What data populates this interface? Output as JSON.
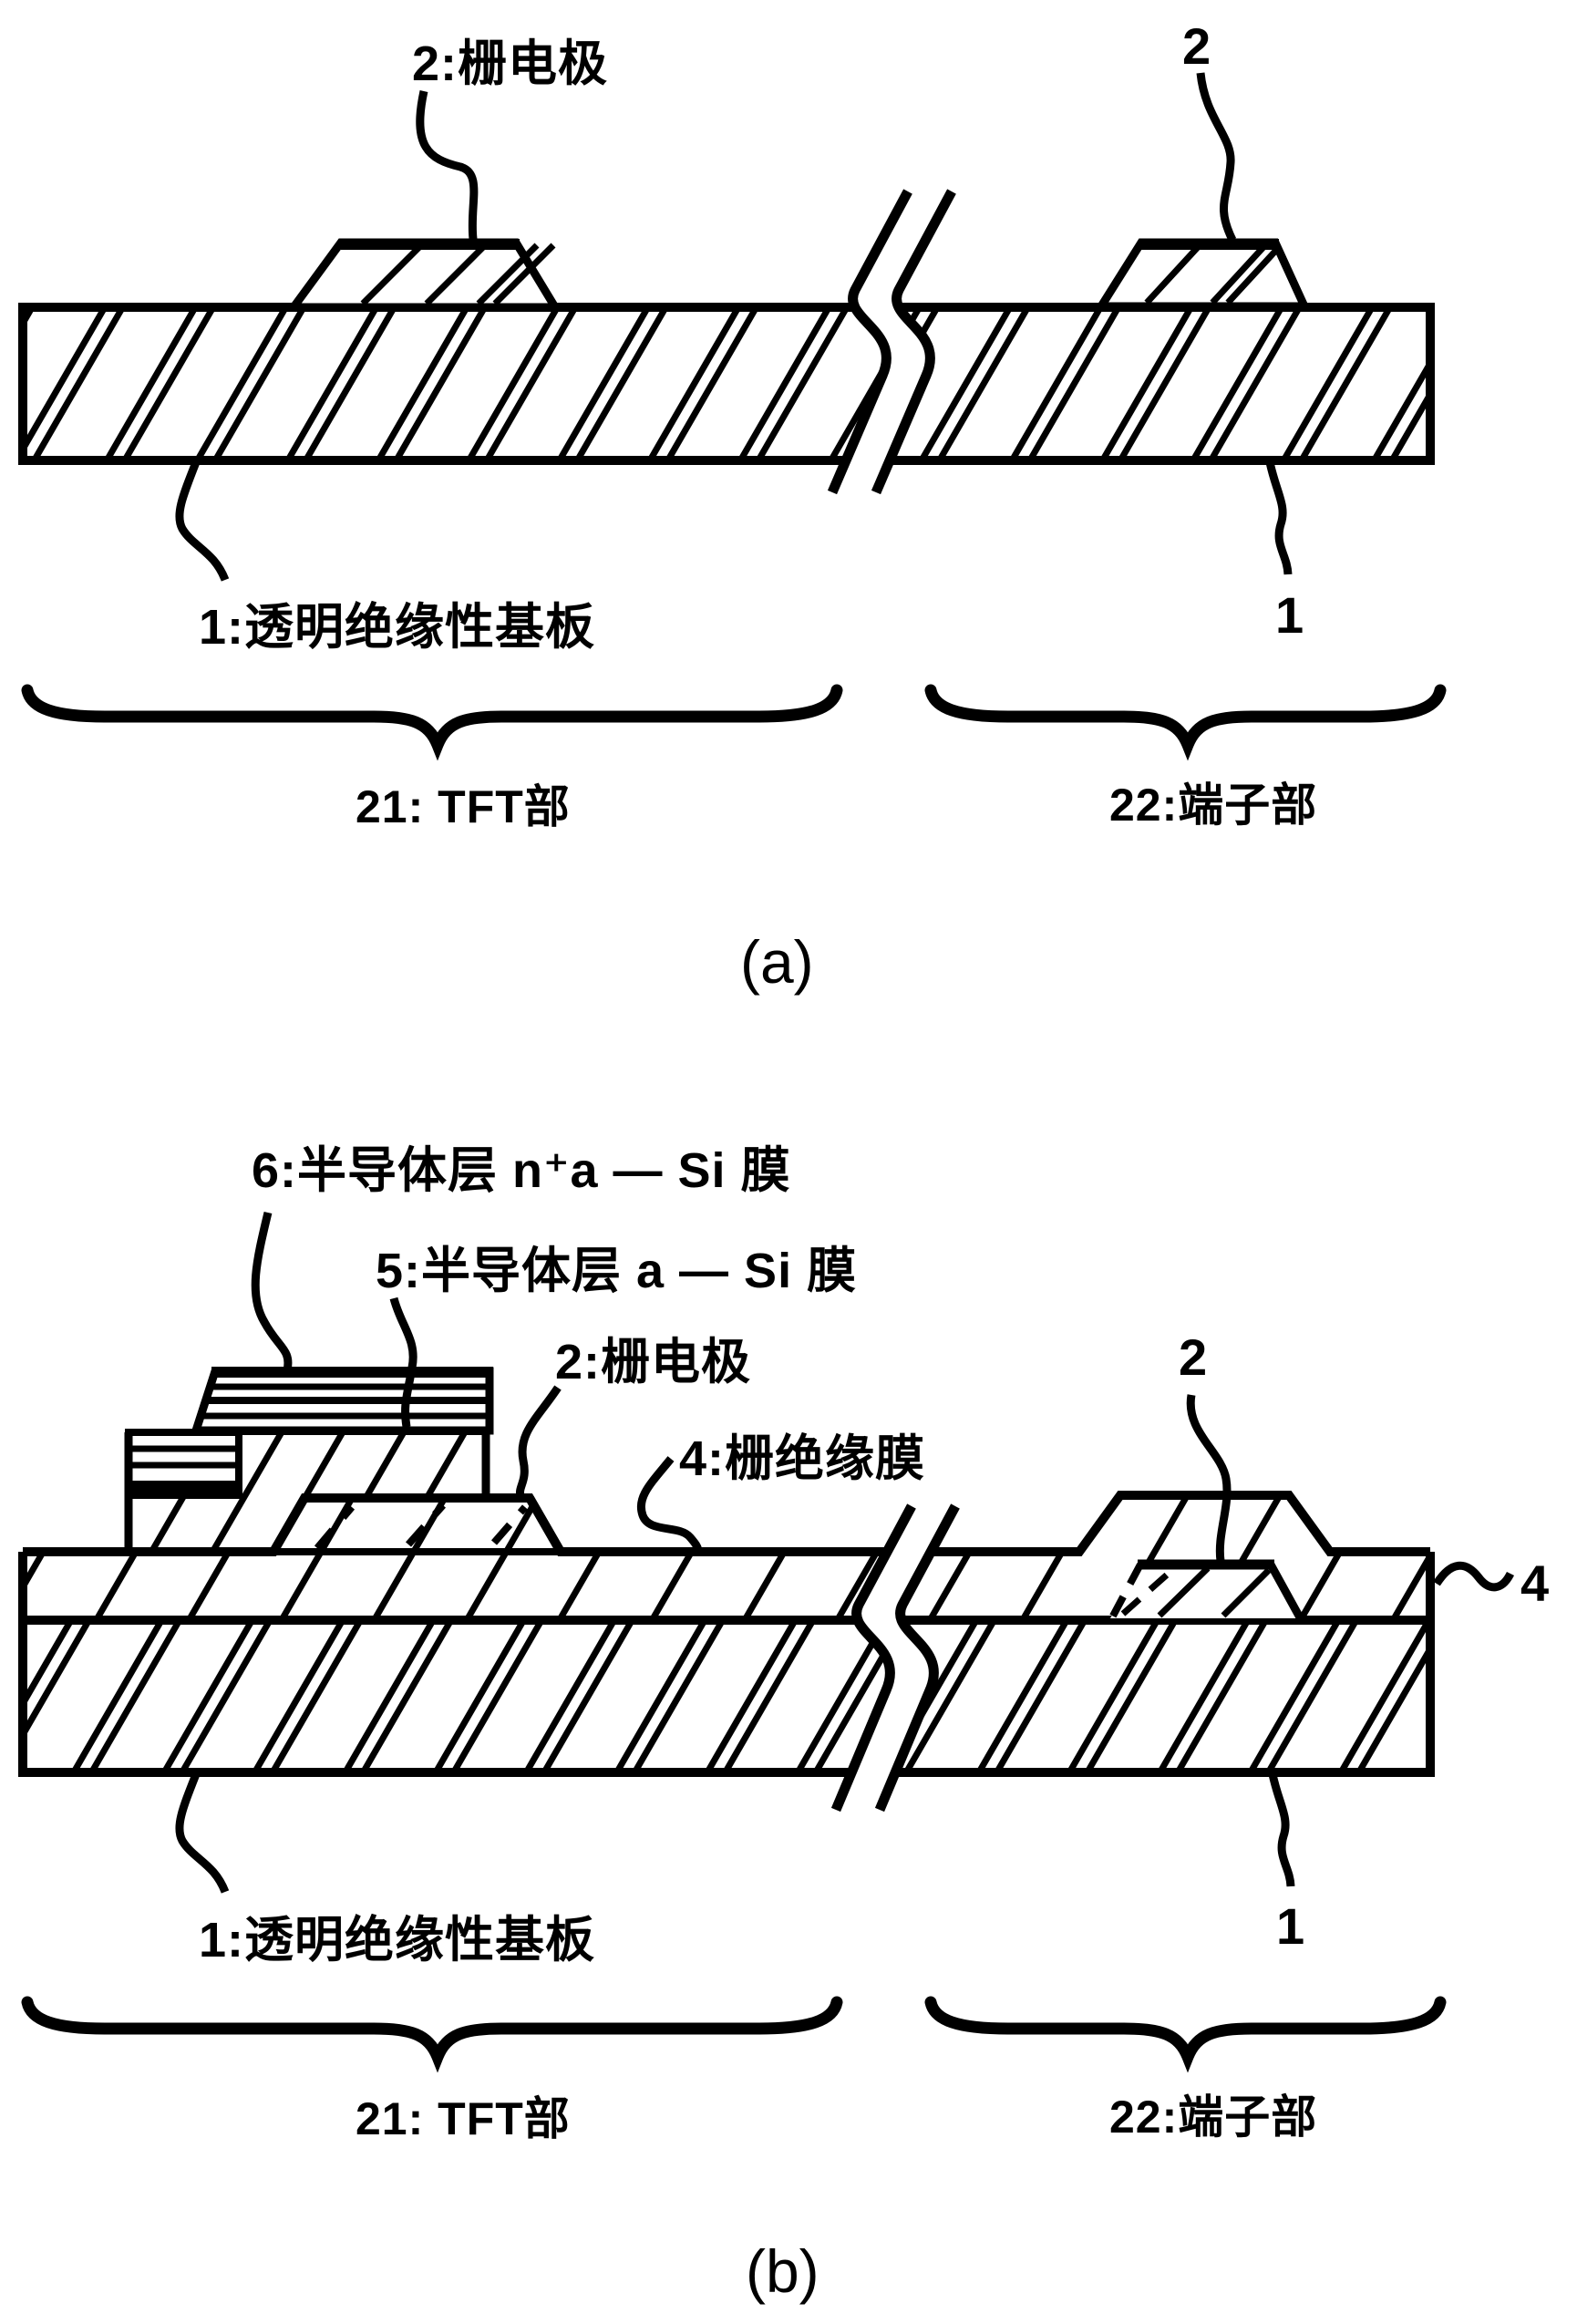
{
  "figure": {
    "kind": "patent cross-section diagram, TFT array substrate process steps",
    "paper_color": "#ffffff",
    "ink_color": "#000000",
    "panels": {
      "a": {
        "caption": "(a)",
        "gate_label": "2:栅电极",
        "gate_ref": "2",
        "substrate_label": "1:透明绝缘性基板",
        "substrate_ref": "1",
        "tft_section": "21: TFT部",
        "terminal_section": "22:端子部"
      },
      "b": {
        "caption": "(b)",
        "n_layer_label": "6:半导体层 n⁺a — Si 膜",
        "a_si_label": "5:半导体层 a — Si 膜",
        "gate_label": "2:栅电极",
        "film_label": "4:栅绝缘膜",
        "gate_ref": "2",
        "film_ref": "4",
        "substrate_label": "1:透明绝缘性基板",
        "substrate_ref": "1",
        "tft_section": "21: TFT部",
        "terminal_section": "22:端子部"
      }
    }
  }
}
